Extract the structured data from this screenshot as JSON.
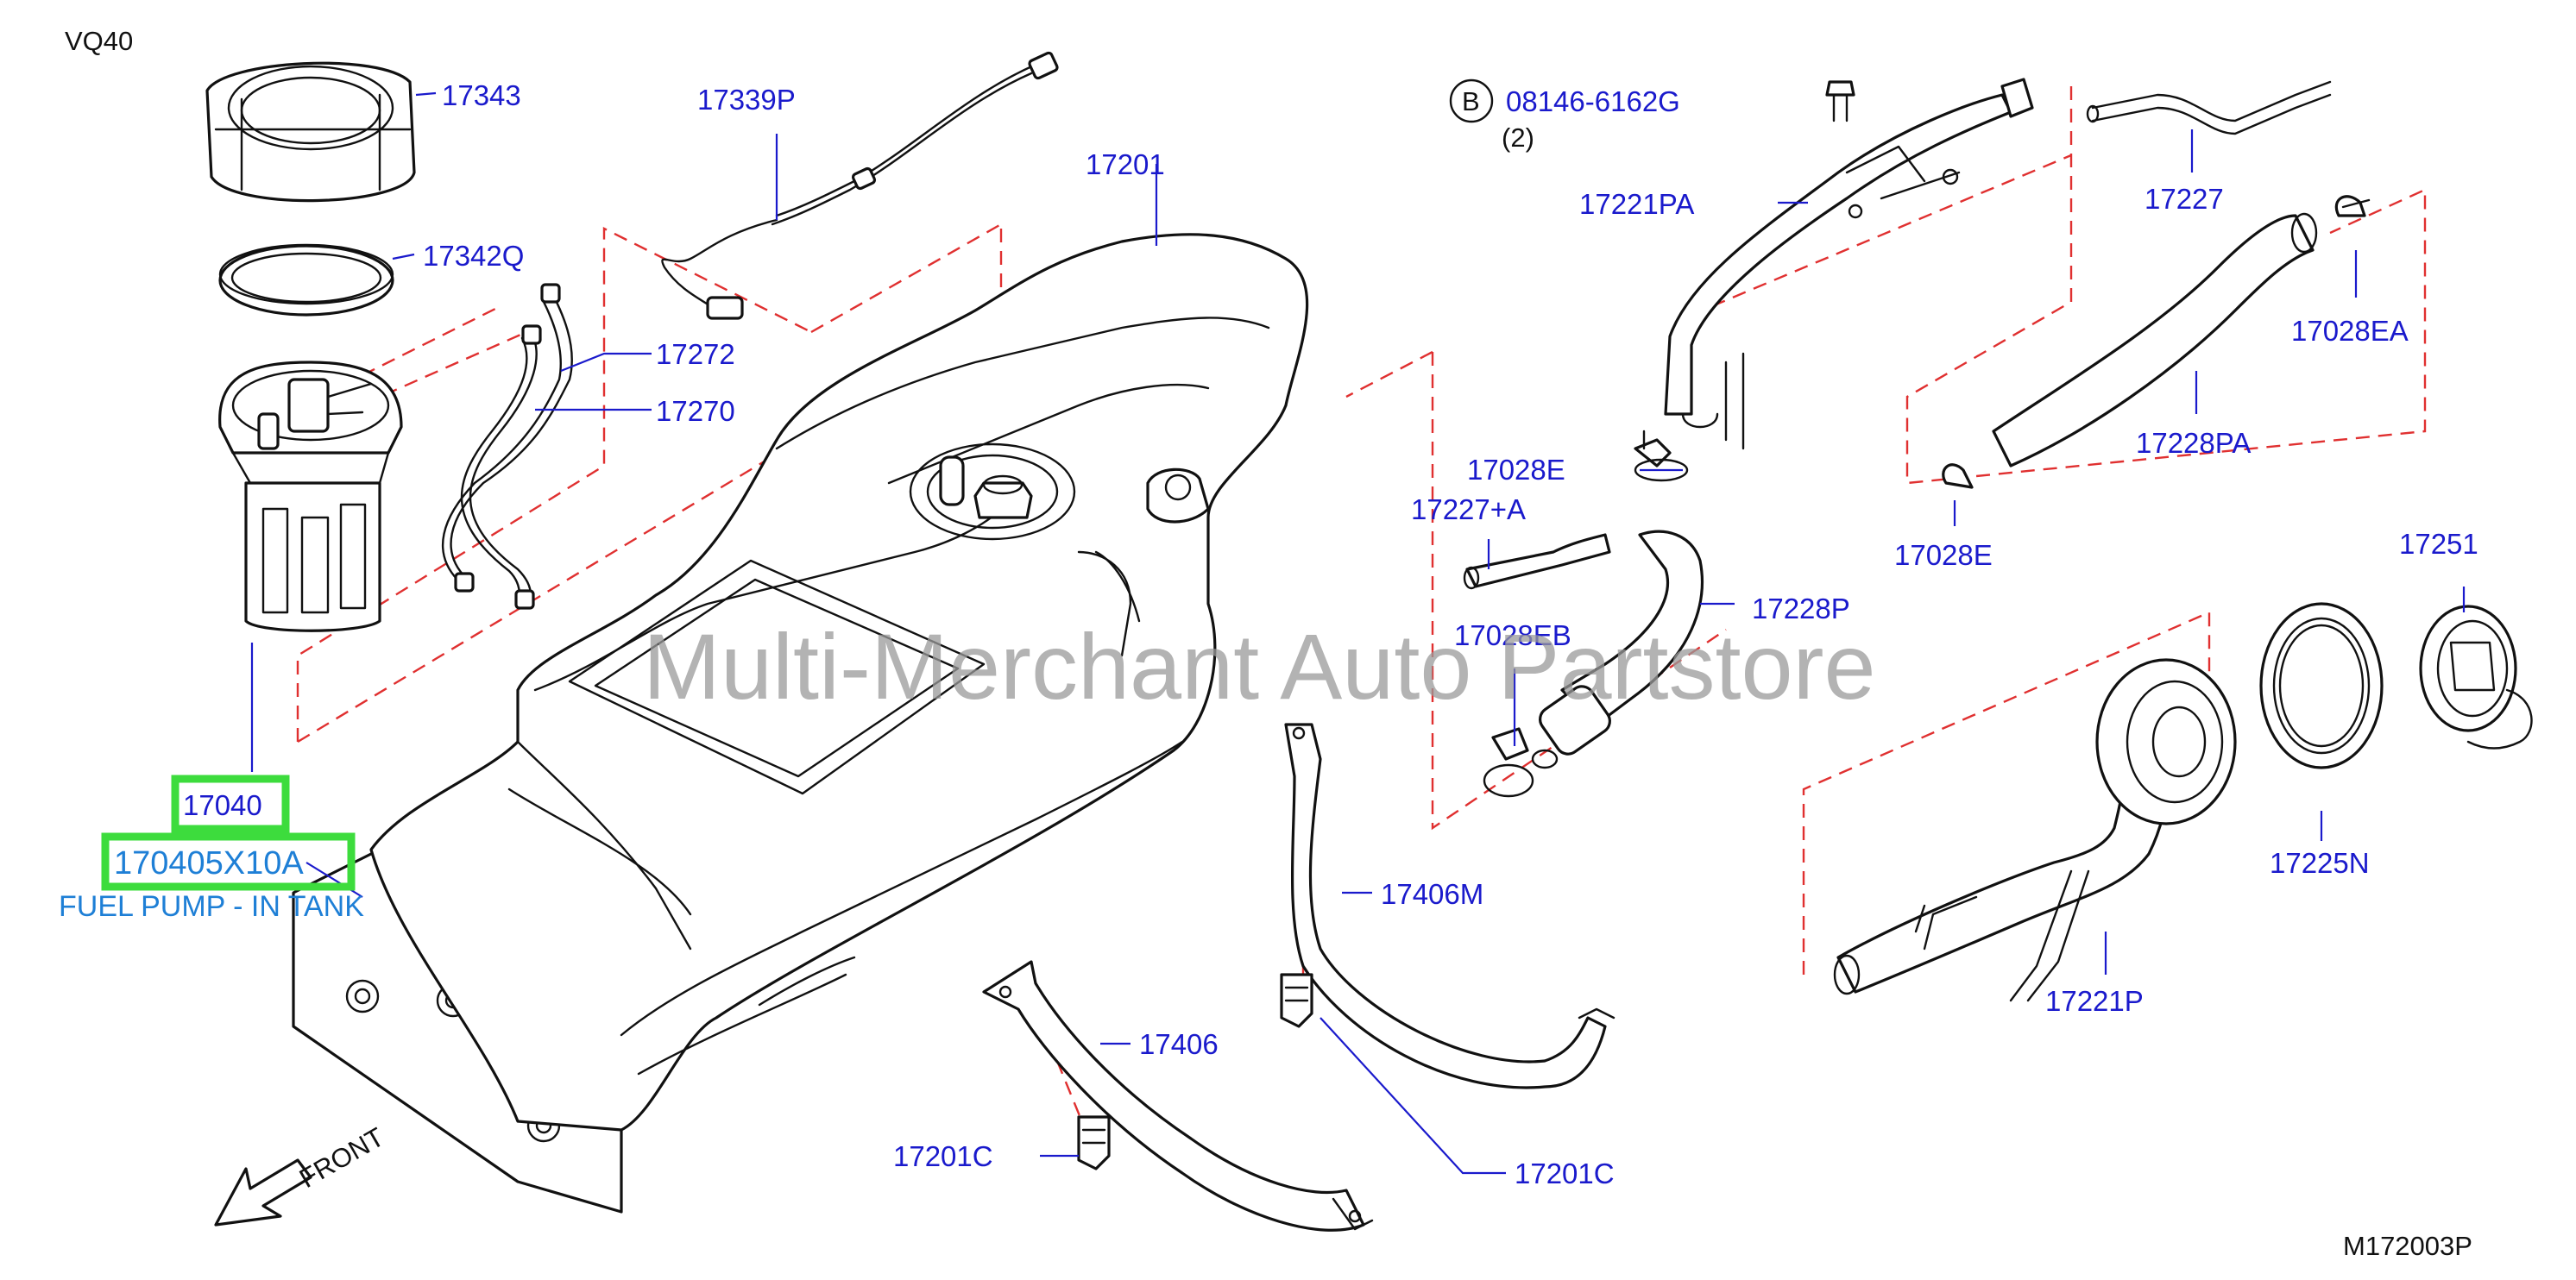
{
  "diagram": {
    "engine_code": "VQ40",
    "figure_code": "M172003P",
    "watermark": "Multi-Merchant Auto Partstore",
    "front_label": "FRONT",
    "bolt_callout": {
      "letter": "B",
      "part_number": "08146-6162G",
      "quantity": "(2)"
    },
    "highlight": {
      "part_17040": "17040",
      "part_number": "170405X10A",
      "description": "FUEL PUMP - IN TANK",
      "color": "#3ddc3d"
    },
    "labels": [
      "17343",
      "17342Q",
      "17272",
      "17270",
      "17339P",
      "17201",
      "17221PA",
      "17227",
      "17028EA",
      "17028E",
      "17228PA",
      "17227+A",
      "17028E",
      "17228P",
      "17028EB",
      "17251",
      "17225N",
      "17221P",
      "17406M",
      "17406",
      "17201C",
      "17201C"
    ],
    "colors": {
      "label": "#1a1acc",
      "guide": "#e03030",
      "description": "#1e7fd6"
    }
  }
}
